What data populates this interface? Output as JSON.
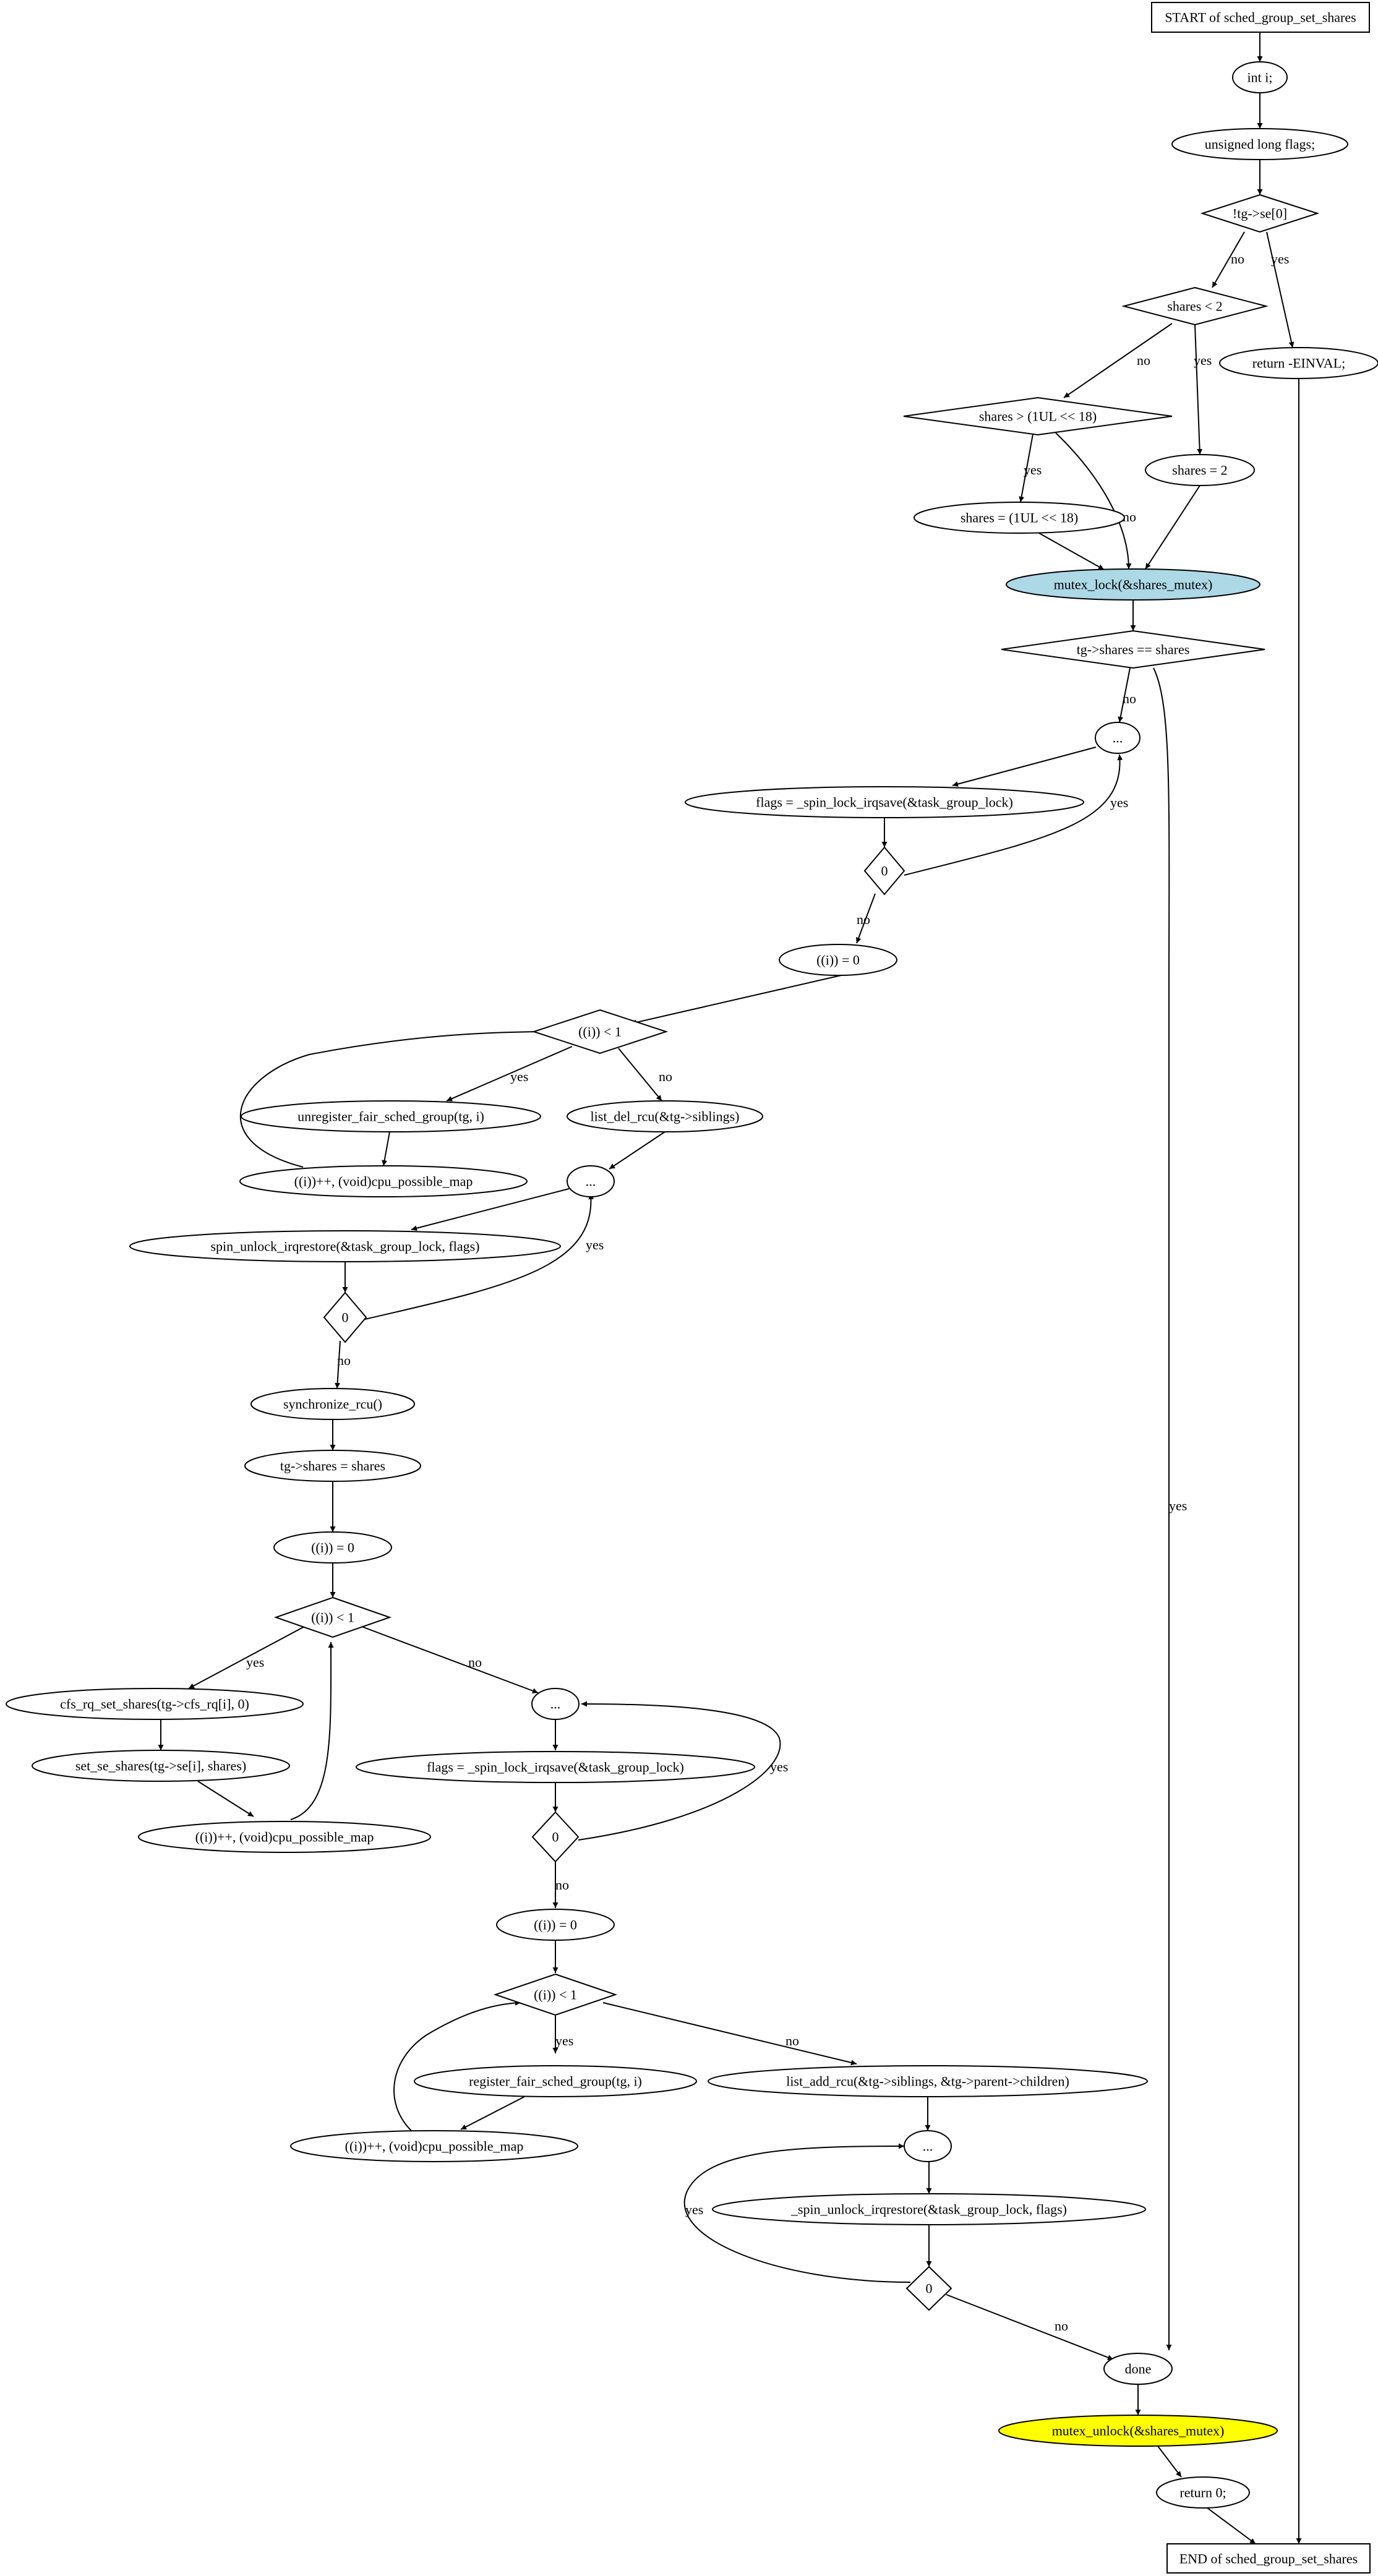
{
  "nodes": {
    "start": "START of sched_group_set_shares",
    "int_i": "int i;",
    "flags_decl": "unsigned long flags;",
    "cond_se": "!tg->se[0]",
    "cond_lt2": "shares < 2",
    "ret_einval": "return -EINVAL;",
    "cond_gt": "shares > (1UL << 18)",
    "set2": "shares = 2",
    "set_max": "shares = (1UL << 18)",
    "mutex_lock": "mutex_lock(&shares_mutex)",
    "cond_eq": "tg->shares == shares",
    "dots1": "...",
    "spin_save1": "flags = _spin_lock_irqsave(&task_group_lock)",
    "zero1": "0",
    "i0_1": "((i)) = 0",
    "cond_i1": "((i)) < 1",
    "unregister": "unregister_fair_sched_group(tg, i)",
    "list_del": "list_del_rcu(&tg->siblings)",
    "inc1": "((i))++, (void)cpu_possible_map",
    "dots2": "...",
    "spin_restore1": "spin_unlock_irqrestore(&task_group_lock, flags)",
    "zero2": "0",
    "sync_rcu": "synchronize_rcu()",
    "tg_shares": "tg->shares = shares",
    "i0_2": "((i)) = 0",
    "cond_i2": "((i)) < 1",
    "cfs_rq": "cfs_rq_set_shares(tg->cfs_rq[i], 0)",
    "dots3": "...",
    "set_se": "set_se_shares(tg->se[i], shares)",
    "spin_save2": "flags = _spin_lock_irqsave(&task_group_lock)",
    "inc2": "((i))++, (void)cpu_possible_map",
    "zero3": "0",
    "i0_3": "((i)) = 0",
    "cond_i3": "((i)) < 1",
    "register": "register_fair_sched_group(tg, i)",
    "list_add": "list_add_rcu(&tg->siblings, &tg->parent->children)",
    "inc3": "((i))++, (void)cpu_possible_map",
    "dots4": "...",
    "spin_restore2": "_spin_unlock_irqrestore(&task_group_lock, flags)",
    "zero4": "0",
    "done": "done",
    "mutex_unlock": "mutex_unlock(&shares_mutex)",
    "ret0": "return 0;",
    "end": "END of sched_group_set_shares"
  },
  "edge_labels": {
    "yes": "yes",
    "no": "no"
  },
  "colors": {
    "mutex_lock_fill": "#add8e6",
    "mutex_unlock_fill": "#ffff00"
  }
}
